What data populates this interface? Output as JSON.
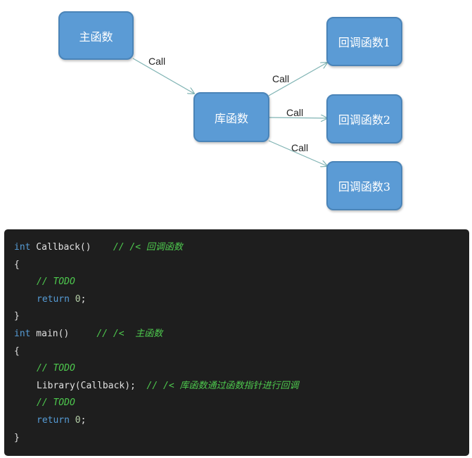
{
  "diagram": {
    "nodes": {
      "main": "主函数",
      "library": "库函数",
      "callback1": "回调函数1",
      "callback2": "回调函数2",
      "callback3": "回调函数3"
    },
    "edge_label": "Call",
    "colors": {
      "node_fill": "#5b9bd5",
      "node_border": "#4a84b8",
      "arrow": "#7fb3b3"
    }
  },
  "code": {
    "lines": [
      {
        "parts": [
          {
            "t": "kw",
            "v": "int"
          },
          {
            "t": "txt",
            "v": " Callback()    "
          },
          {
            "t": "cmt",
            "v": "// /< 回调函数"
          }
        ]
      },
      {
        "parts": [
          {
            "t": "txt",
            "v": "{"
          }
        ]
      },
      {
        "indent": 1,
        "parts": [
          {
            "t": "cmt",
            "v": "// TODO"
          }
        ]
      },
      {
        "indent": 1,
        "parts": [
          {
            "t": "kw",
            "v": "return"
          },
          {
            "t": "txt",
            "v": " "
          },
          {
            "t": "num",
            "v": "0"
          },
          {
            "t": "txt",
            "v": ";"
          }
        ]
      },
      {
        "parts": [
          {
            "t": "txt",
            "v": "}"
          }
        ]
      },
      {
        "parts": [
          {
            "t": "kw",
            "v": "int"
          },
          {
            "t": "txt",
            "v": " main()     "
          },
          {
            "t": "cmt",
            "v": "// /<  主函数"
          }
        ]
      },
      {
        "parts": [
          {
            "t": "txt",
            "v": "{"
          }
        ]
      },
      {
        "indent": 1,
        "parts": [
          {
            "t": "cmt",
            "v": "// TODO"
          }
        ]
      },
      {
        "indent": 1,
        "parts": [
          {
            "t": "txt",
            "v": "Library(Callback);  "
          },
          {
            "t": "cmt",
            "v": "// /< 库函数通过函数指针进行回调"
          }
        ]
      },
      {
        "indent": 1,
        "parts": [
          {
            "t": "cmt",
            "v": "// TODO"
          }
        ]
      },
      {
        "indent": 1,
        "parts": [
          {
            "t": "kw",
            "v": "return"
          },
          {
            "t": "txt",
            "v": " "
          },
          {
            "t": "num",
            "v": "0"
          },
          {
            "t": "txt",
            "v": ";"
          }
        ]
      },
      {
        "parts": [
          {
            "t": "txt",
            "v": "}"
          }
        ]
      }
    ]
  }
}
